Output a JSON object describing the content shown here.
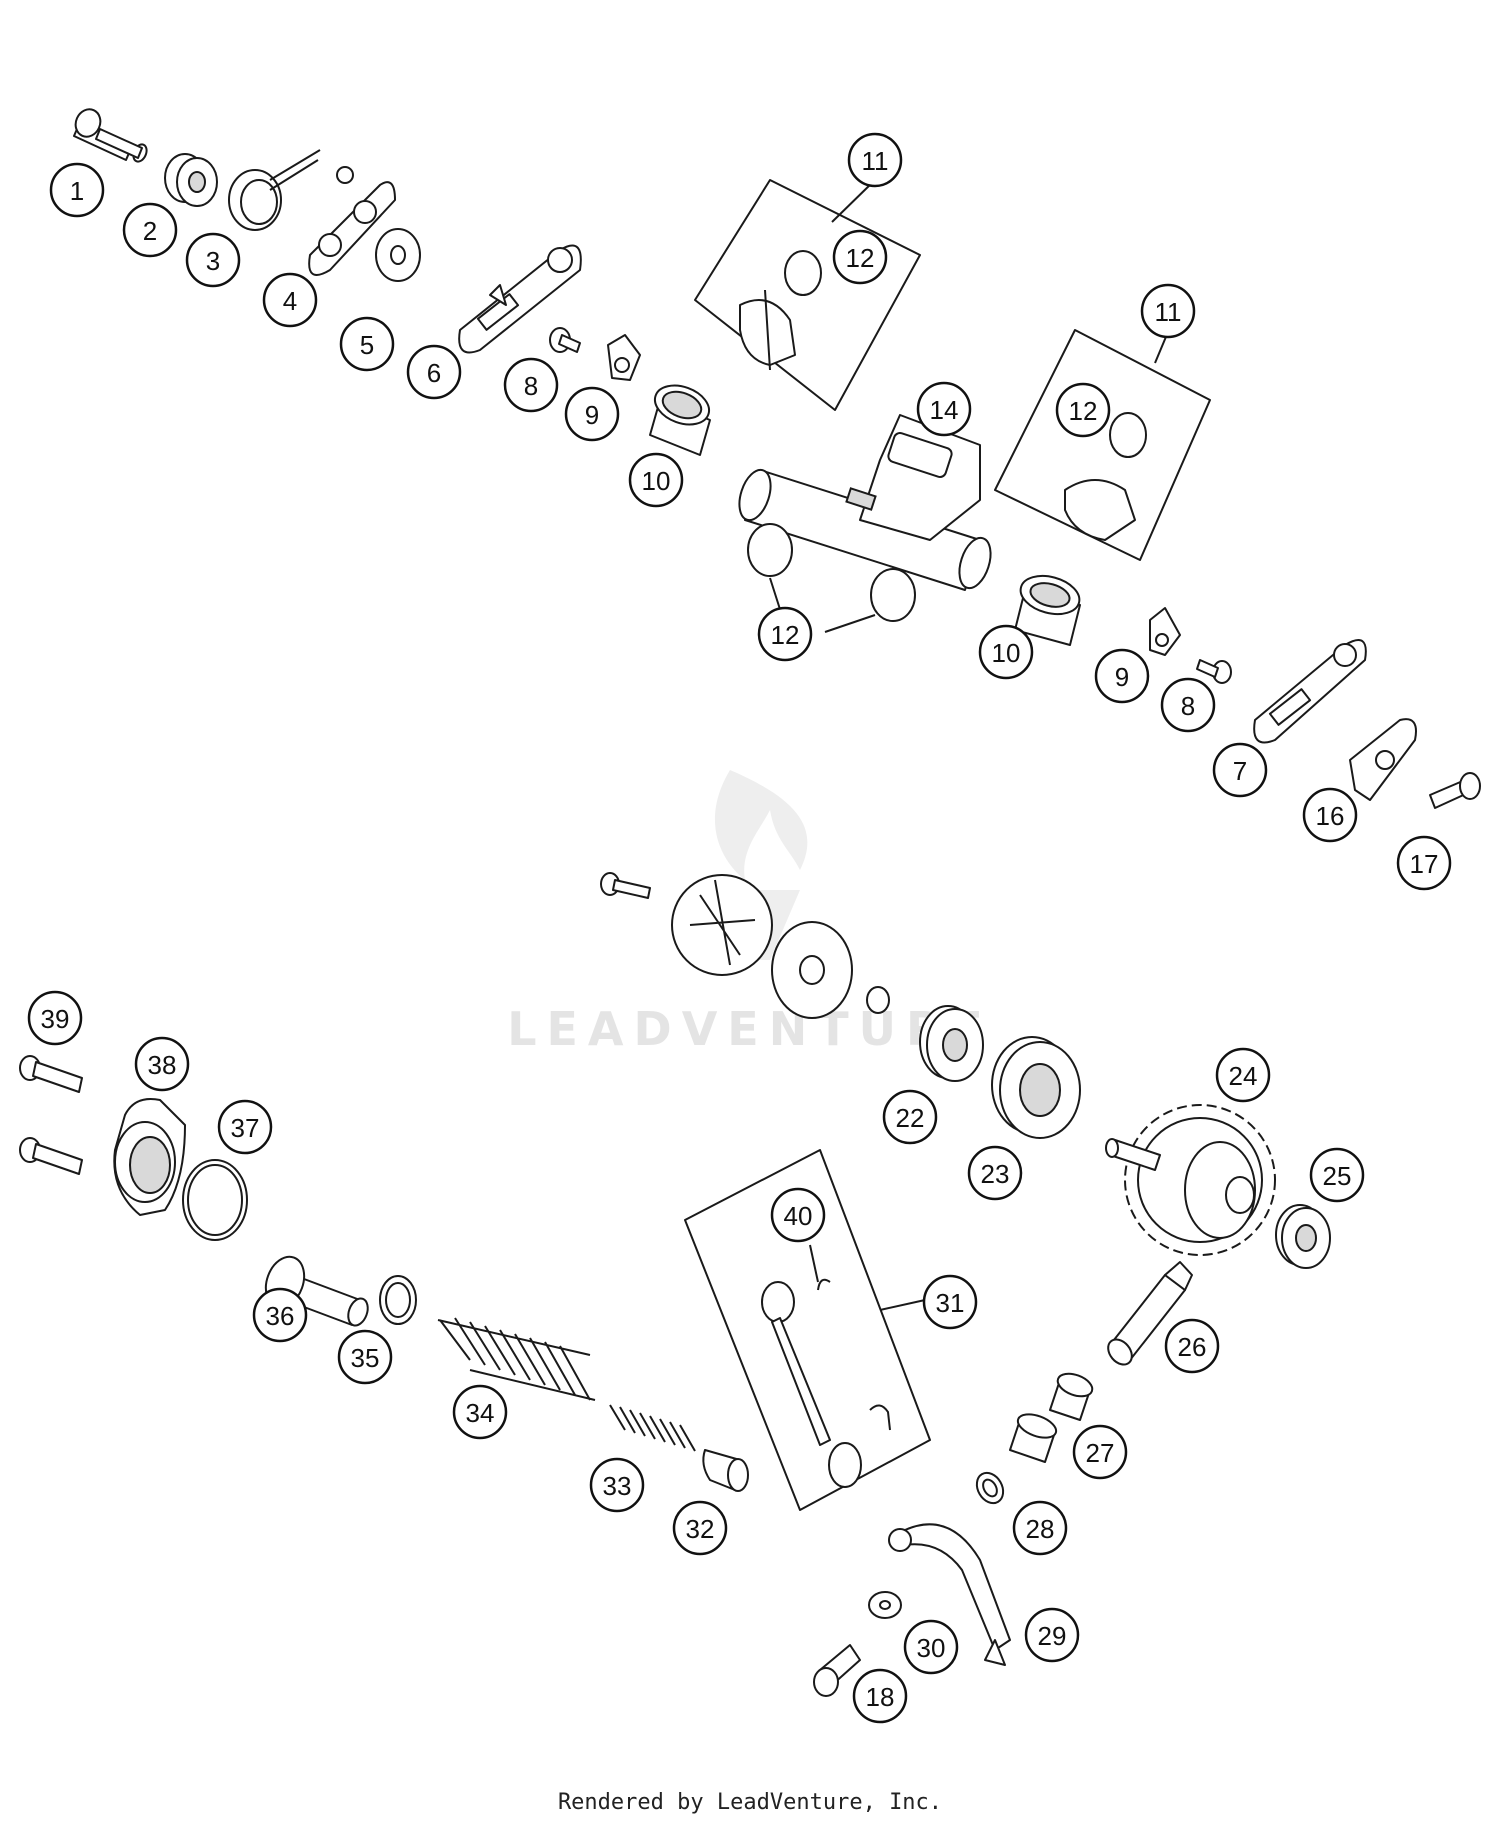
{
  "diagram": {
    "watermark": "LEADVENTURE",
    "footer": "Rendered by LeadVenture, Inc.",
    "callouts": [
      "1",
      "2",
      "3",
      "4",
      "5",
      "6",
      "7",
      "8",
      "9",
      "10",
      "11",
      "12",
      "14",
      "16",
      "17",
      "18",
      "22",
      "23",
      "24",
      "25",
      "26",
      "27",
      "28",
      "29",
      "30",
      "31",
      "32",
      "33",
      "34",
      "35",
      "36",
      "37",
      "38",
      "39",
      "40"
    ]
  }
}
